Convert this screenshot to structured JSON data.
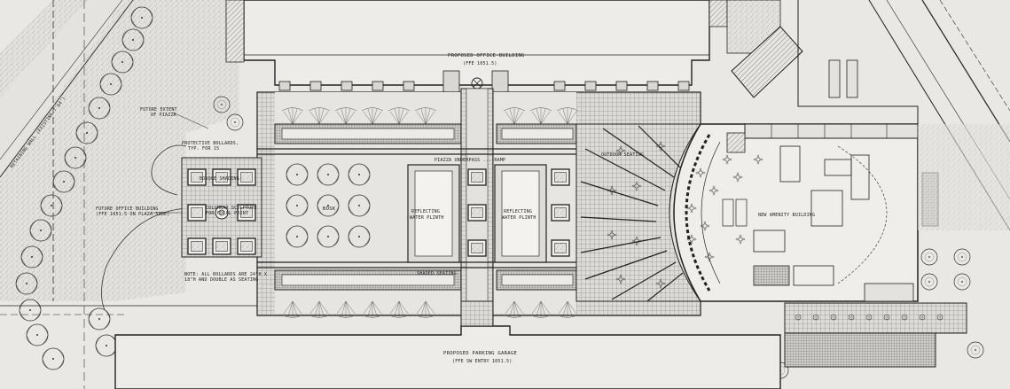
{
  "labels": {
    "office_building": "PROPOSED OFFICE BUILDING",
    "office_ffe": "(FFE 1051.5)",
    "parking_garage": "PROPOSED PARKING GARAGE",
    "parking_ffe": "(FFE SW ENTRY 1051.5)",
    "future_extent": "FUTURE EXTENT",
    "of_piazza": "OF PIAZZA",
    "protective_bollards": "PROTECTIVE BOLLARDS,",
    "bollards_typ": "TYP. FOR 15",
    "bosque_shading": "BOSQUE SHADING",
    "columnar_sculpture": "COLUMNAR SCULPTURE",
    "for_focal_point": "FOR FOCAL POINT",
    "future_office_building": "FUTURE OFFICE BUILDING",
    "future_office_ffe": "(FFE 1051.5 ON PLAZA SIDE)",
    "note_bollards": "NOTE: ALL BOLLARDS ARE 24\"H X",
    "note_bollards_2": "18\"H AND DOUBLE AS SEATING",
    "bosk": "BOSK",
    "reflecting_1": "REFLECTING",
    "water_plinth_1": "WATER PLINTH",
    "reflecting_2": "REFLECTING",
    "water_plinth_2": "WATER PLINTH",
    "plaza_label": "PIAZZA UNDERPASS ... RAMP",
    "outdoor_seating": "OUTDOOR SEATING",
    "shaded_seating": "SHADED SEATING",
    "new_amenity_building": "NEW AMENITY BUILDING",
    "retaining_wall": "RETAINING WALL (EXISTING 7'&4')"
  }
}
